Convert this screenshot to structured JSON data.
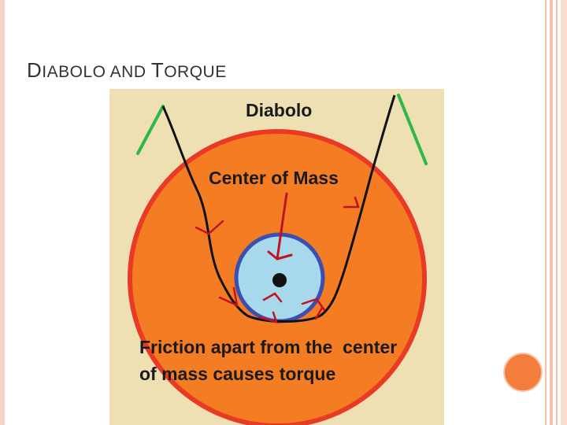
{
  "slide": {
    "title_first": "D",
    "title_rest1": "iabolo and ",
    "title_first2": "T",
    "title_rest2": "orque",
    "accent_color": "#f47c3c",
    "rail_color": "#f3c3ad"
  },
  "diagram": {
    "title": "Diabolo",
    "center_label": "Center of Mass",
    "caption_line1": "Friction apart from the  center",
    "caption_line2": "of mass causes torque",
    "colors": {
      "background": "#efe0b3",
      "outer_disc": "#f47c22",
      "outer_rim": "#e83a24",
      "axle": "#a8d8ec",
      "axle_rim": "#3a4fb0",
      "string": "#111111",
      "sticks": "#2fb84a",
      "arrows": "#c1121f"
    }
  }
}
